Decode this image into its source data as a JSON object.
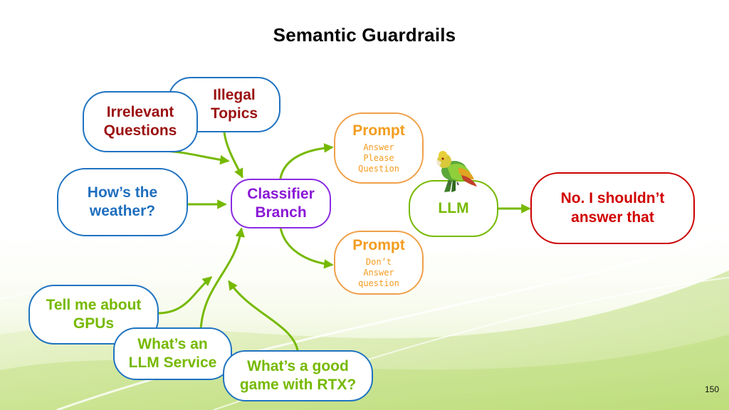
{
  "slide": {
    "title": "Semantic Guardrails",
    "page_number": "150"
  },
  "nodes": {
    "illegal_topics": "Illegal\nTopics",
    "irrelevant_questions": "Irrelevant\nQuestions",
    "weather": "How’s the\nweather?",
    "classifier": "Classifier\nBranch",
    "prompt_answer": {
      "title": "Prompt",
      "body": "Answer\nPlease\nQuestion"
    },
    "prompt_dont": {
      "title": "Prompt",
      "body": "Don’t\nAnswer\nquestion"
    },
    "llm": "LLM",
    "response": "No. I shouldn’t\nanswer that",
    "gpus": "Tell me about\nGPUs",
    "llm_service": "What’s an\nLLM Service",
    "rtx": "What’s a good\ngame with RTX?"
  },
  "colors": {
    "arrow": "#76b900",
    "blue": "#1f6fbf",
    "dark_red": "#9b1010",
    "red": "#d10000",
    "green": "#76b900",
    "purple": "#8a17d6",
    "orange": "#f39c1f"
  },
  "icons": {
    "llm_mascot": "parrot-icon"
  }
}
